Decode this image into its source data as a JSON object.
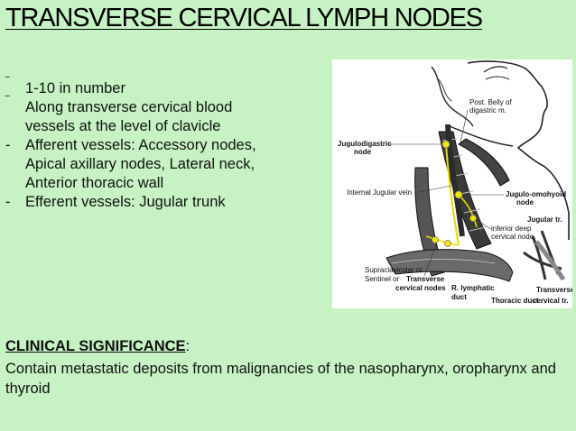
{
  "title": "TRANSVERSE CERVICAL LYMPH NODES",
  "bullets": [
    {
      "marker": "‾",
      "text": "1-10 in number"
    },
    {
      "marker": "‾",
      "text": "Along transverse cervical blood vessels at the level of clavicle"
    },
    {
      "marker": "-",
      "text": "Afferent vessels: Accessory nodes, Apical axillary nodes, Lateral neck, Anterior thoracic wall"
    },
    {
      "marker": "-",
      "text": "Efferent vessels: Jugular trunk"
    }
  ],
  "figure": {
    "labels": {
      "post_belly_1": "Post. Belly of",
      "post_belly_2": "digastric m.",
      "jugulodigastric_1": "Jugulodigastric",
      "jugulodigastric_2": "node",
      "internal_jugular": "Internal Jugular vein",
      "jugulo_omohyoid_1": "Jugulo-omohyoid",
      "jugulo_omohyoid_2": "node",
      "jugular_tr": "Jugular tr.",
      "inferior_deep_1": "inferior deep",
      "inferior_deep_2": "cervical node",
      "supraclavicular_1": "Supraclavicular or",
      "supraclavicular_2": "Sentinel or",
      "transverse": "Transverse",
      "cervical_nodes": "cervical nodes",
      "r_lymphatic_1": "R. lymphatic",
      "r_lymphatic_2": "duct",
      "thoracic_duct": "Thoracic duct",
      "transverse_right": "Transverse",
      "cervical_tr": "cervical tr."
    },
    "node_color": "#f2e600"
  },
  "clinical": {
    "heading": "CLINICAL SIGNIFICANCE",
    "colon": ":",
    "text": "Contain metastatic deposits from malignancies of the nasopharynx, oropharynx and thyroid"
  }
}
